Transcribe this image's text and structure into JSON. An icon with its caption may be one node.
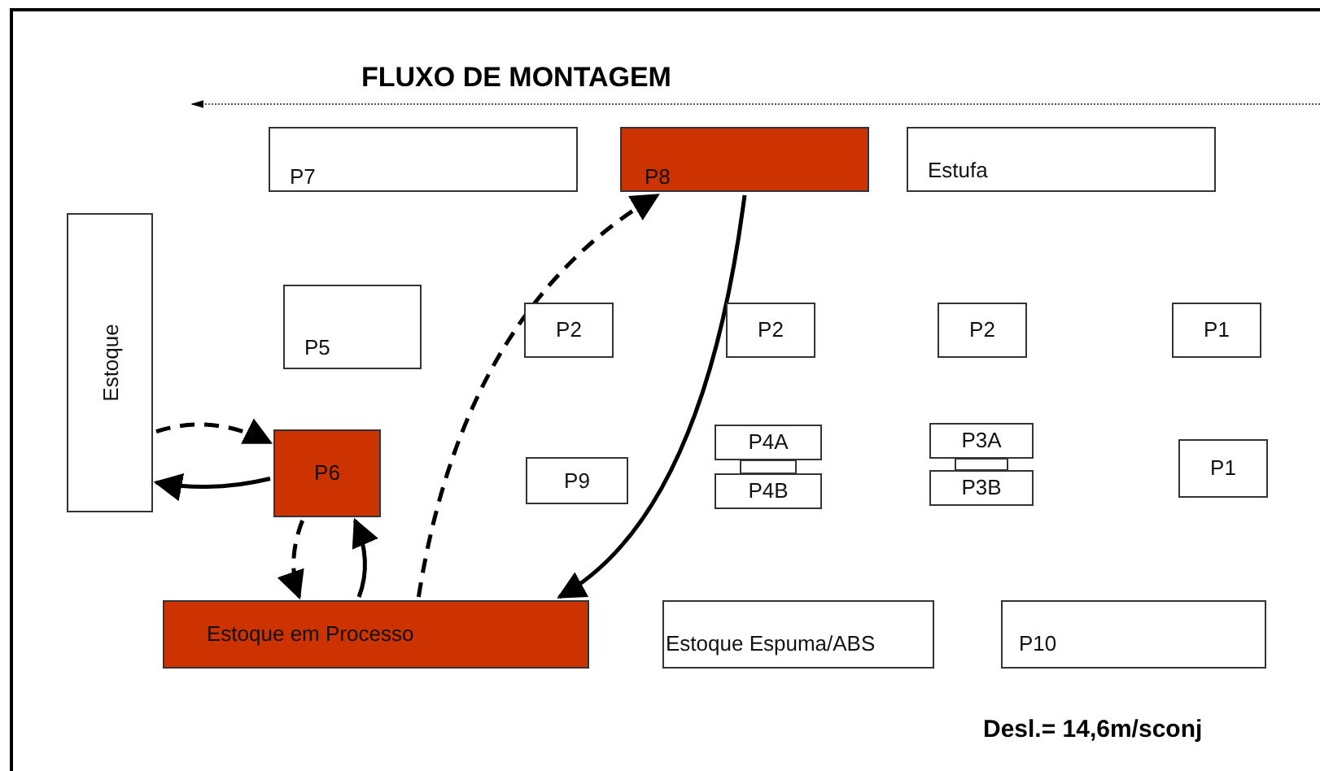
{
  "diagram": {
    "nodes": [
      {
        "text": [
          "P7"
        ]
      },
      {
        "text": [
          "P8"
        ]
      },
      {
        "text": [
          "Estufa"
        ]
      },
      {
        "text": [
          "Estoque"
        ]
      },
      {
        "text": [
          "P5"
        ]
      },
      {
        "text": [
          "P2"
        ]
      },
      {
        "text": [
          "P2"
        ]
      },
      {
        "text": [
          "P2"
        ]
      },
      {
        "text": [
          "P1"
        ]
      },
      {
        "text": [
          "P6"
        ]
      },
      {
        "text": [
          "P9"
        ]
      },
      {
        "text": [
          "P4A"
        ]
      },
      {
        "text": [
          "P4B"
        ]
      },
      {
        "text": [
          "P3A"
        ]
      },
      {
        "text": [
          "P3B"
        ]
      },
      {
        "text": [
          "P1"
        ]
      },
      {
        "text": [
          "Estoque em Processo"
        ]
      },
      {
        "text": [
          "Estoque Espuma/ABS"
        ]
      },
      {
        "text": [
          "P10"
        ]
      }
    ],
    "edges": [
      {
        "from": 3,
        "to": 9,
        "arrow": "to",
        "style": "dashed"
      },
      {
        "from": 9,
        "to": 3,
        "arrow": "to"
      },
      {
        "from": 9,
        "to": 16,
        "arrow": "to",
        "style": "dashed"
      },
      {
        "from": 16,
        "to": 9,
        "arrow": "to"
      },
      {
        "from": 16,
        "to": 1,
        "arrow": "to",
        "style": "dashed"
      },
      {
        "from": 1,
        "to": 16,
        "arrow": "to"
      }
    ],
    "labels": [
      "FLUXO  DE MONTAGEM",
      "Desl.= 14,6m/sconj"
    ]
  }
}
